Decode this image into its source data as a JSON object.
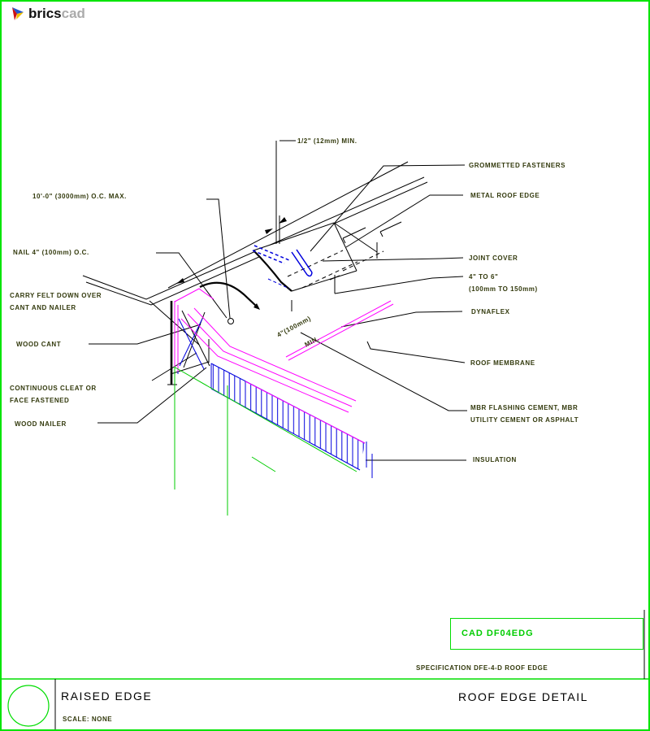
{
  "logo": {
    "brand_black": "brics",
    "brand_gray": "cad"
  },
  "colors": {
    "border_green": "#00e400",
    "cad_green": "#00cc00",
    "magenta": "#ff00ff",
    "blue": "#0000dd",
    "annotation_olive": "#333a0d",
    "black": "#000000"
  },
  "annotations": {
    "top_dim": "1/2\" (12mm) MIN.",
    "left": [
      {
        "text": "10'-0\" (3000mm) O.C. MAX."
      },
      {
        "text": "NAIL 4\" (100mm) O.C."
      },
      {
        "line1": "CARRY FELT DOWN OVER",
        "line2": "CANT AND NAILER"
      },
      {
        "text": "WOOD CANT"
      },
      {
        "line1": "CONTINUOUS CLEAT OR",
        "line2": "FACE FASTENED"
      },
      {
        "text": "WOOD NAILER"
      }
    ],
    "right": [
      {
        "text": "GROMMETTED FASTENERS"
      },
      {
        "text": "METAL ROOF EDGE"
      },
      {
        "text": "JOINT COVER"
      },
      {
        "line1": "4\" TO 6\"",
        "line2": "(100mm TO 150mm)"
      },
      {
        "text": "DYNAFLEX"
      },
      {
        "text": "ROOF MEMBRANE"
      },
      {
        "line1": "MBR FLASHING CEMENT, MBR",
        "line2": "UTILITY CEMENT OR ASPHALT"
      },
      {
        "text": "INSULATION"
      }
    ],
    "rotated_dim_1": "4\"(100mm)",
    "rotated_dim_2": "MIN."
  },
  "stamp": {
    "code": "CAD DF04EDG",
    "specification": "SPECIFICATION DFE-4-D ROOF EDGE"
  },
  "title_block": {
    "detail_name": "RAISED EDGE",
    "scale": "SCALE: NONE",
    "sheet_title": "ROOF EDGE DETAIL"
  }
}
